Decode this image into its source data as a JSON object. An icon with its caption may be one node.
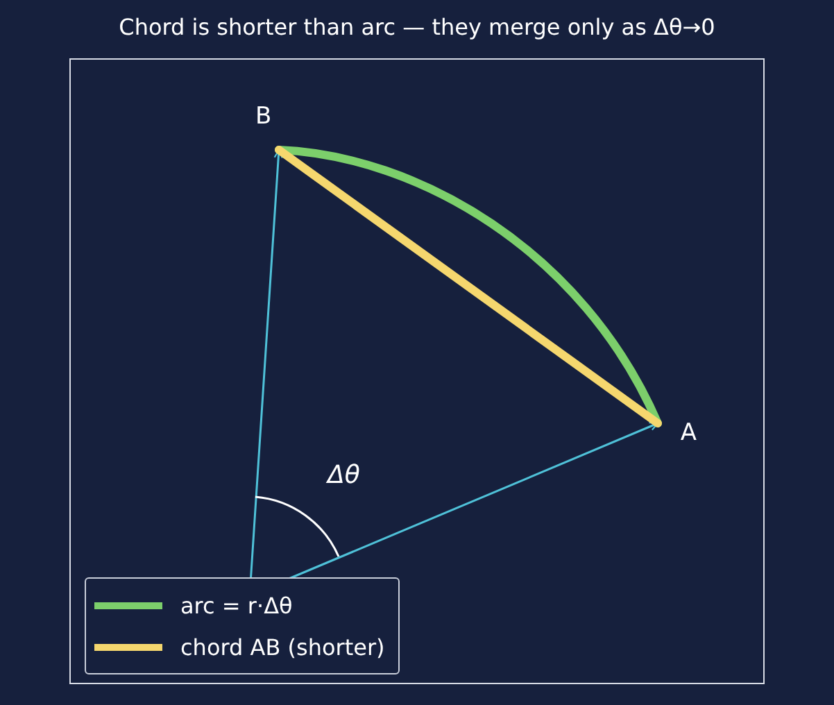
{
  "diagram": {
    "title": "Chord is shorter than arc — they merge only as Δθ→0",
    "nodes": [
      {
        "text": [
          "B"
        ]
      },
      {
        "text": [
          "A"
        ]
      }
    ],
    "edges": [
      {
        "from": null,
        "to": 0,
        "arrow": "to",
        "color": "#4fc1d8"
      },
      {
        "from": null,
        "to": 1,
        "arrow": "to",
        "color": "#4fc1d8"
      },
      {
        "from": 0,
        "to": 1,
        "arrow": "none",
        "style": "thick",
        "color": "#7ccf6b"
      },
      {
        "from": 0,
        "to": 1,
        "arrow": "none",
        "style": "thick",
        "color": "#f5d76e"
      }
    ],
    "labels": [
      "Δθ"
    ],
    "legend": [
      {
        "text": "arc = r·Δθ"
      },
      {
        "text": "chord AB (shorter)"
      }
    ]
  }
}
